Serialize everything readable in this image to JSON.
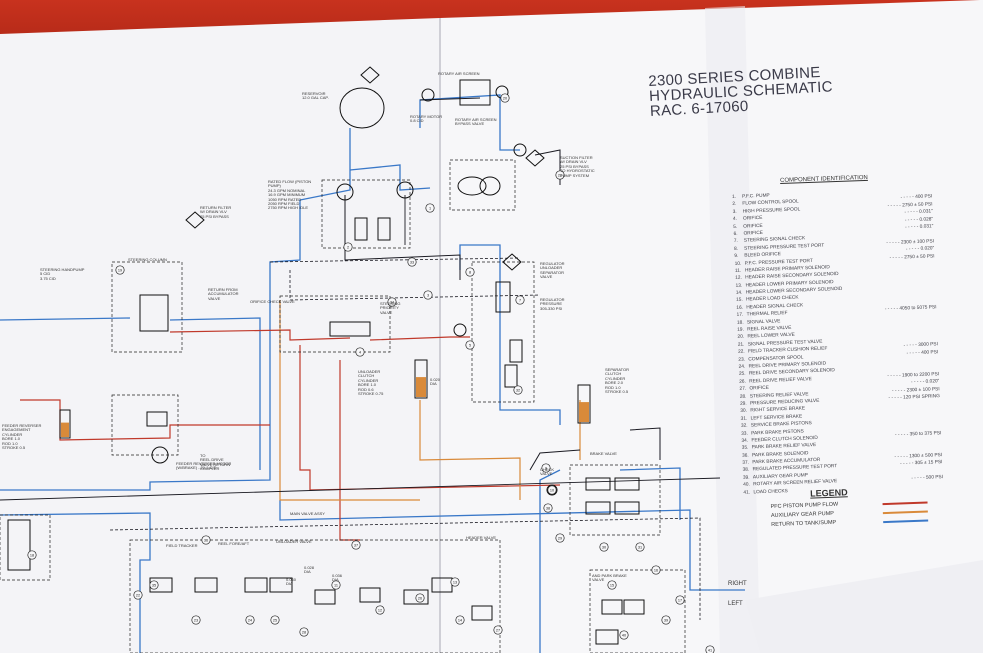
{
  "title": {
    "line1": "2300 SERIES COMBINE",
    "line2": "HYDRAULIC SCHEMATIC",
    "line3": "RAC. 6-17060"
  },
  "component_identification": {
    "heading": "COMPONENT IDENTIFICATION",
    "items": [
      {
        "n": "1.",
        "label": "P.F.C. PUMP",
        "value": ""
      },
      {
        "n": "2.",
        "label": "FLOW CONTROL SPOOL",
        "value": "400 PSI"
      },
      {
        "n": "3.",
        "label": "HIGH PRESSURE SPOOL",
        "value": "2750 ± 50 PSI"
      },
      {
        "n": "4.",
        "label": "ORIFICE",
        "value": "0.031\""
      },
      {
        "n": "5.",
        "label": "ORIFICE",
        "value": "0.028\""
      },
      {
        "n": "6.",
        "label": "ORIFICE",
        "value": "0.031\""
      },
      {
        "n": "7.",
        "label": "STEERING SIGNAL CHECK",
        "value": ""
      },
      {
        "n": "8.",
        "label": "STEERING PRESSURE TEST PORT",
        "value": "2300 ± 100 PSI"
      },
      {
        "n": "9.",
        "label": "BLEED ORIFICE",
        "value": "0.020\""
      },
      {
        "n": "10.",
        "label": "P.F.C. PRESSURE TEST PORT",
        "value": "2750 ± 50 PSI"
      },
      {
        "n": "11.",
        "label": "HEADER RAISE PRIMARY SOLENOID",
        "value": ""
      },
      {
        "n": "12.",
        "label": "HEADER RAISE SECONDARY SOLENOID",
        "value": ""
      },
      {
        "n": "13.",
        "label": "HEADER LOWER PRIMARY SOLENOID",
        "value": ""
      },
      {
        "n": "14.",
        "label": "HEADER LOWER SECONDARY SOLENOID",
        "value": ""
      },
      {
        "n": "15.",
        "label": "HEADER LOAD CHECK",
        "value": ""
      },
      {
        "n": "16.",
        "label": "HEADER SIGNAL CHECK",
        "value": ""
      },
      {
        "n": "17.",
        "label": "THERMAL RELIEF",
        "value": "4050 to 5075 PSI"
      },
      {
        "n": "18.",
        "label": "SIGNAL VALVE",
        "value": ""
      },
      {
        "n": "19.",
        "label": "REEL RAISE VALVE",
        "value": ""
      },
      {
        "n": "20.",
        "label": "REEL LOWER VALVE",
        "value": ""
      },
      {
        "n": "21.",
        "label": "SIGNAL PRESSURE TEST VALVE",
        "value": ""
      },
      {
        "n": "22.",
        "label": "FIELD TRACKER CUSHION RELIEF",
        "value": "3000 PSI"
      },
      {
        "n": "23.",
        "label": "COMPENSATOR SPOOL",
        "value": "400 PSI"
      },
      {
        "n": "24.",
        "label": "REEL DRIVE PRIMARY SOLENOID",
        "value": ""
      },
      {
        "n": "25.",
        "label": "REEL DRIVE SECONDARY SOLENOID",
        "value": ""
      },
      {
        "n": "26.",
        "label": "REEL DRIVE RELIEF VALVE",
        "value": "1900 to 2200 PSI"
      },
      {
        "n": "27.",
        "label": "ORIFICE",
        "value": "0.020\""
      },
      {
        "n": "28.",
        "label": "STEERING RELIEF VALVE",
        "value": "2300 ± 100 PSI"
      },
      {
        "n": "29.",
        "label": "PRESSURE REDUCING VALVE",
        "value": "120 PSI SPRING"
      },
      {
        "n": "30.",
        "label": "RIGHT SERVICE BRAKE",
        "value": ""
      },
      {
        "n": "31.",
        "label": "LEFT SERVICE BRAKE",
        "value": ""
      },
      {
        "n": "32.",
        "label": "SERVICE BRAKE PISTONS",
        "value": ""
      },
      {
        "n": "33.",
        "label": "PARK BRAKE PISTONS",
        "value": ""
      },
      {
        "n": "34.",
        "label": "FEEDER CLUTCH SOLENOID",
        "value": "350 to 375 PSI"
      },
      {
        "n": "35.",
        "label": "PARK BRAKE RELIEF VALVE",
        "value": ""
      },
      {
        "n": "36.",
        "label": "PARK BRAKE SOLENOID",
        "value": ""
      },
      {
        "n": "37.",
        "label": "PARK BRAKE ACCUMULATOR",
        "value": "1300 ± 500 PSI"
      },
      {
        "n": "38.",
        "label": "REGULATED PRESSURE TEST PORT",
        "value": "305 ± 15 PSI"
      },
      {
        "n": "39.",
        "label": "AUXILIARY GEAR PUMP",
        "value": ""
      },
      {
        "n": "40.",
        "label": "ROTARY AIR SCREEN RELIEF VALVE",
        "value": "500 PSI"
      },
      {
        "n": "41.",
        "label": "LOAD CHECKS",
        "value": ""
      }
    ]
  },
  "legend": {
    "title": "LEGEND",
    "items": [
      {
        "label": "PFC PISTON PUMP FLOW",
        "color": "#c0392b"
      },
      {
        "label": "AUXILIARY GEAR PUMP",
        "color": "#d98a3a"
      },
      {
        "label": "RETURN TO TANK/SUMP",
        "color": "#3a78c8"
      }
    ]
  },
  "colors": {
    "pfc_flow": "#c0392b",
    "aux_pump": "#d98a3a",
    "return": "#3a78c8",
    "line": "#1a1a22",
    "paper": "#f6f6f8",
    "binder": "#c8321e"
  },
  "labels": {
    "reservoir": "RESERVOIR\n12.0 GAL CAP.",
    "rotary_air": "ROTARY AIR SCREEN",
    "rotary_motor": "ROTARY MOTOR\n0.8 CID",
    "screen_bypass": "ROTARY AIR SCREEN\nBYPASS VALVE",
    "suction_filter": "SUCTION FILTER\nW/ DRAIN VLV\n25 PSI BYPASS\nTO HYDROSTATIC\nPUMP SYSTEM",
    "rated_flow": "RATED FLOW (PISTON\nPUMP)\n24.3 GPM NOMINAL\n16.9 GPM MINIMUM\n1050 RPM RATED\n2050 RPM FIELD\n2750 RPM HIGH IDLE",
    "return_filter": "RETURN FILTER\nW/ DRAIN VLV\n25 PSI BYPASS",
    "steering_handpump": "STEERING HANDPUMP\n5 CID\n3.75 CID",
    "steering_column": "STEERING COLUMN",
    "return_accumulator": "RETURN FROM\nACCUMULATOR\nVALVE",
    "orifice_check": "ORIFICE CHECK VALVE",
    "steering_priority": "STEERING\nPRIORITY\nVALVE",
    "regulator": "REGULATOR\nUNLOADER\nSEPARATOR\nVALVE",
    "regulator_pressure": "REGULATOR\nPRESSURE\n305-330 PSI",
    "unloader_clutch": "UNLOADER\nCLUTCH\nCYLINDER\nBORE 1.0\nROD 0.6\nSTROKE 0.75",
    "separator_clutch": "SEPARATOR\nCLUTCH\nCYLINDER\nBORE 2.0\nROD 1.0\nSTROKE 0.5",
    "feeder_reverser": "FEEDER REVERSER\nENGAGEMENT\nCYLINDER\nBORE 1.0\nROD 1.0\nSTROKE 0.5",
    "reel_drive_return": "TO\nREEL DRIVE\nVALVE RETURN\nCOUPLER",
    "feeder_reverser_motor": "FEEDER REVERSER MOTOR\n(W/BRAKE) - 21.1 CID",
    "check_valve": "CHECK\nVALVE",
    "brake_valve": "BRAKE VALVE",
    "main_valve": "MAIN VALVE ASSY",
    "field_tracker": "FIELD TRACKER",
    "reel_foreaft": "REEL FORE/AFT",
    "unloader_valve": "UNLOADER VALVE",
    "header_valve": "HEADER VALVE",
    "park_brake_valve": "AND PARK BRAKE\nVALVE",
    "right": "RIGHT",
    "left": "LEFT",
    "orifice_020": "0.020\nDIA",
    "orifice_040": "0.040\nDIA",
    "orifice_028": "0.028\nDIA",
    "orifice_036": "0.036\nDIA"
  },
  "callouts": [
    "1",
    "2",
    "3",
    "4",
    "5",
    "7",
    "8",
    "9",
    "10",
    "11",
    "12",
    "13",
    "14",
    "15",
    "16",
    "17",
    "18",
    "19",
    "20",
    "21",
    "22",
    "23",
    "24",
    "25",
    "26",
    "27",
    "28",
    "29",
    "30",
    "31",
    "32",
    "33",
    "34",
    "35",
    "36",
    "37",
    "38",
    "39",
    "40",
    "41"
  ]
}
